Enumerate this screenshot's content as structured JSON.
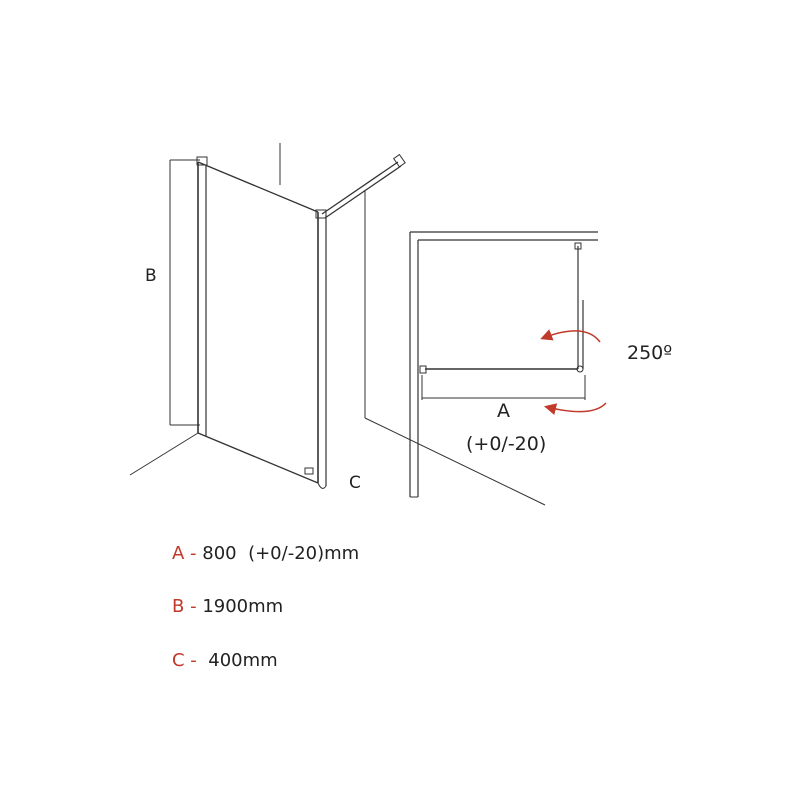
{
  "diagram": {
    "label_b": "B",
    "label_c": "C",
    "label_a": "A",
    "tolerance": "(+0/-20)",
    "angle": "250º"
  },
  "legend": [
    {
      "key": "A",
      "dash": " - ",
      "value": "800  (+0/-20)mm"
    },
    {
      "key": "B",
      "dash": " - ",
      "value": "1900mm"
    },
    {
      "key": "C",
      "dash": " -  ",
      "value": "400mm"
    }
  ],
  "colors": {
    "line": "#333333",
    "accent": "#c0392b"
  }
}
